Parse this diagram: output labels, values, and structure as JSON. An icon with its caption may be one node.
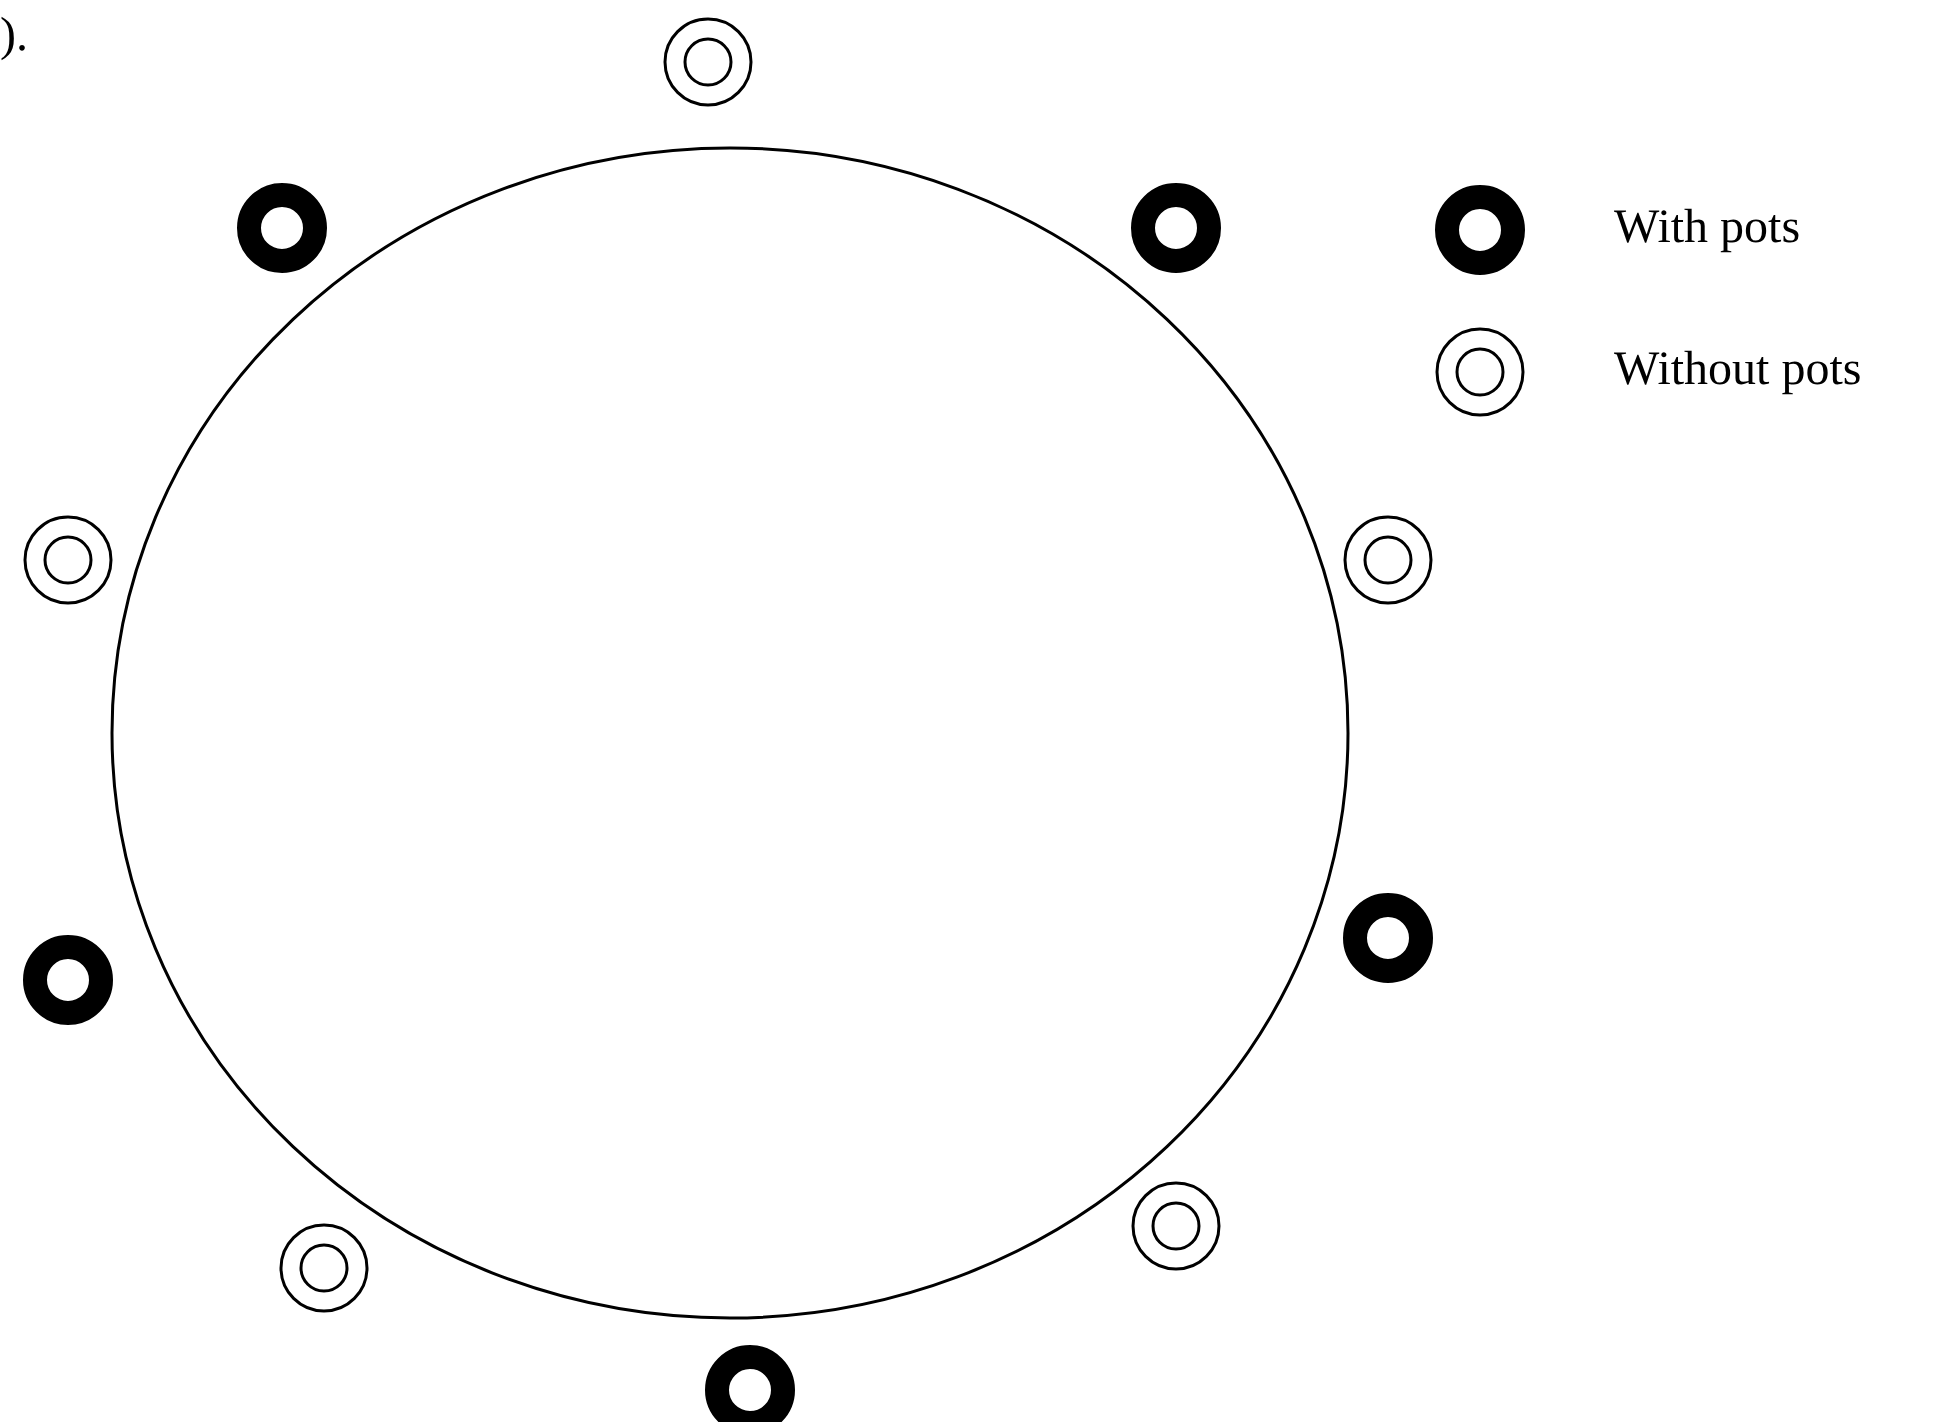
{
  "diagram": {
    "nodes": [
      {
        "text": [],
        "shape": "circle"
      },
      {
        "text": [],
        "shape": "double-circle"
      },
      {
        "text": [],
        "shape": "ring"
      },
      {
        "text": [],
        "shape": "ring"
      },
      {
        "text": [],
        "shape": "double-circle"
      },
      {
        "text": [],
        "shape": "double-circle"
      },
      {
        "text": [],
        "shape": "ring"
      },
      {
        "text": [],
        "shape": "ring"
      },
      {
        "text": [],
        "shape": "double-circle"
      },
      {
        "text": [],
        "shape": "double-circle"
      },
      {
        "text": [],
        "shape": "ring"
      }
    ],
    "labels": [
      ")."
    ],
    "legend": [
      {
        "text": "With pots"
      },
      {
        "text": "Without pots"
      }
    ]
  }
}
